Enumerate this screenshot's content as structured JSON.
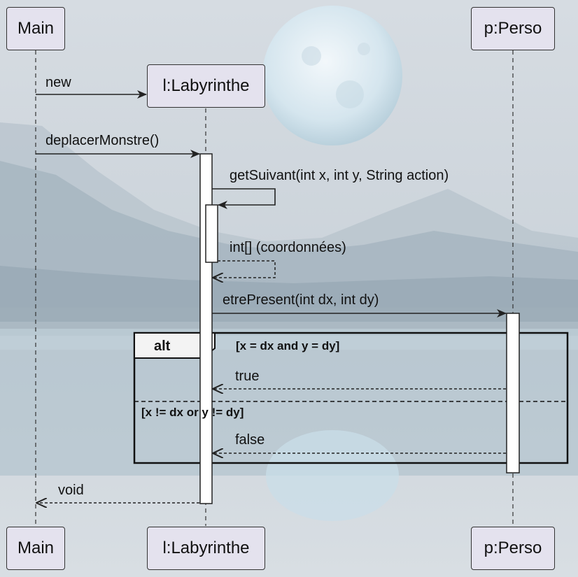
{
  "participants": {
    "main": "Main",
    "labyrinthe": "l:Labyrinthe",
    "perso": "p:Perso"
  },
  "messages": {
    "new": "new",
    "deplacer": "deplacerMonstre()",
    "get_suivant": "getSuivant(int x, int y, String action)",
    "coords_return": "int[] (coordonnées)",
    "etre_present": "etrePresent(int dx, int dy)",
    "true_return": "true",
    "false_return": "false",
    "void_return": "void"
  },
  "alt_fragment": {
    "keyword": "alt",
    "guard_1": "[x = dx and y = dy]",
    "guard_2": "[x != dx or y != dy]"
  },
  "colors": {
    "participant_fill": "#e4e2ee",
    "line": "#222222",
    "activation_fill": "#ffffff"
  }
}
